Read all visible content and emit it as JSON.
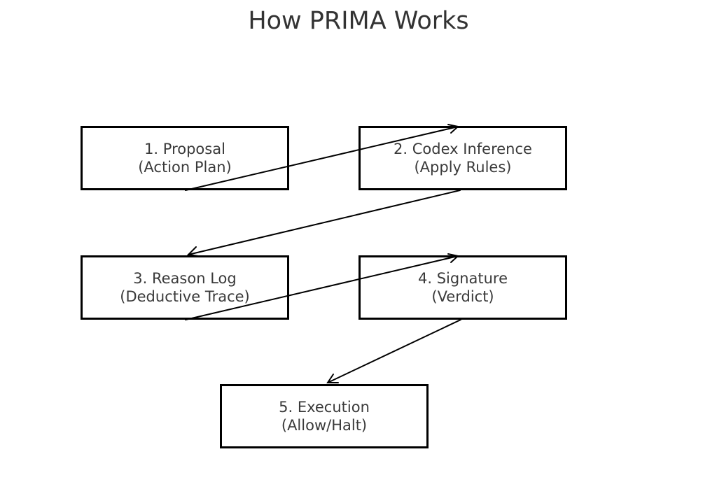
{
  "diagram": {
    "title": "How PRIMA Works",
    "nodes": [
      {
        "id": "proposal",
        "line1": "1. Proposal",
        "line2": "(Action Plan)"
      },
      {
        "id": "codex-inference",
        "line1": "2. Codex Inference",
        "line2": "(Apply Rules)"
      },
      {
        "id": "reason-log",
        "line1": "3. Reason Log",
        "line2": "(Deductive Trace)"
      },
      {
        "id": "signature",
        "line1": "4. Signature",
        "line2": "(Verdict)"
      },
      {
        "id": "execution",
        "line1": "5. Execution",
        "line2": "(Allow/Halt)"
      }
    ],
    "edges": [
      {
        "from": "proposal",
        "to": "codex-inference"
      },
      {
        "from": "codex-inference",
        "to": "reason-log"
      },
      {
        "from": "reason-log",
        "to": "signature"
      },
      {
        "from": "signature",
        "to": "execution"
      }
    ],
    "colors": {
      "box_border": "#000000",
      "text": "#3a3a3a",
      "title": "#333333",
      "arrow": "#000000"
    }
  }
}
